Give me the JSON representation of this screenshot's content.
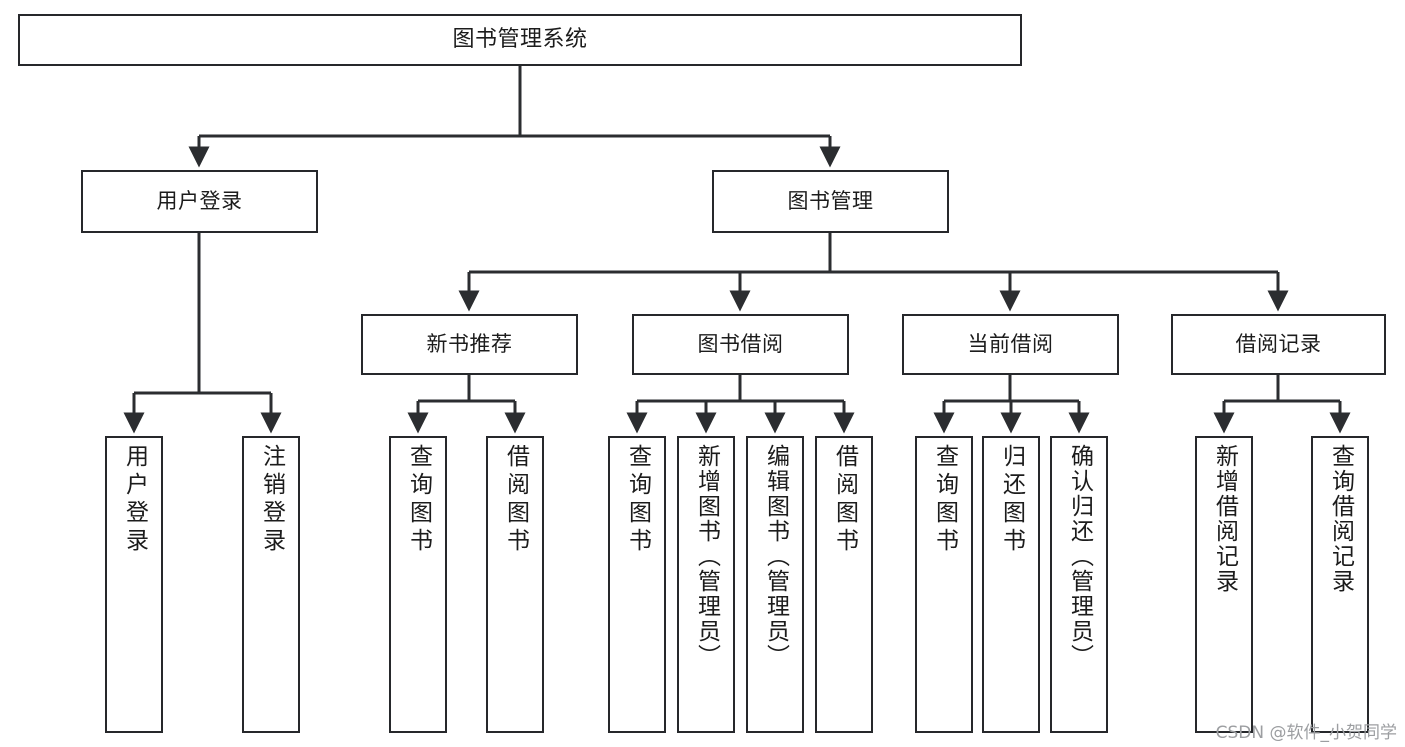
{
  "diagram": {
    "title": "图书管理系统",
    "watermark": "CSDN @软件_小贺同学",
    "colors": {
      "box_border": "#26282b",
      "box_fill": "#ffffff",
      "edge": "#2b2d30",
      "text": "#1c1c1c",
      "watermark": "#9c9ea1",
      "background": "#ffffff"
    },
    "nodes": {
      "root": {
        "label": "图书管理系统"
      },
      "level2": [
        {
          "id": "user-login",
          "label": "用户登录"
        },
        {
          "id": "book-management",
          "label": "图书管理"
        }
      ],
      "level3": [
        {
          "id": "new-book-recommend",
          "label": "新书推荐"
        },
        {
          "id": "book-borrow",
          "label": "图书借阅"
        },
        {
          "id": "current-borrow",
          "label": "当前借阅"
        },
        {
          "id": "borrow-record",
          "label": "借阅记录"
        }
      ],
      "leaves": {
        "user_login": [
          {
            "id": "leaf-user-login",
            "label": "用户登录"
          },
          {
            "id": "leaf-logout",
            "label": "注销登录"
          }
        ],
        "new_book_recommend": [
          {
            "id": "leaf-query-book-1",
            "label": "查询图书"
          },
          {
            "id": "leaf-borrow-book-1",
            "label": "借阅图书"
          }
        ],
        "book_borrow": [
          {
            "id": "leaf-query-book-2",
            "label": "查询图书"
          },
          {
            "id": "leaf-add-book",
            "label": "新增图书（管理员）"
          },
          {
            "id": "leaf-edit-book",
            "label": "编辑图书（管理员）"
          },
          {
            "id": "leaf-borrow-book-2",
            "label": "借阅图书"
          }
        ],
        "current_borrow": [
          {
            "id": "leaf-query-book-3",
            "label": "查询图书"
          },
          {
            "id": "leaf-return-book",
            "label": "归还图书"
          },
          {
            "id": "leaf-confirm-return",
            "label": "确认归还（管理员）"
          }
        ],
        "borrow_record": [
          {
            "id": "leaf-add-record",
            "label": "新增借阅记录"
          },
          {
            "id": "leaf-query-record",
            "label": "查询借阅记录"
          }
        ]
      }
    }
  }
}
